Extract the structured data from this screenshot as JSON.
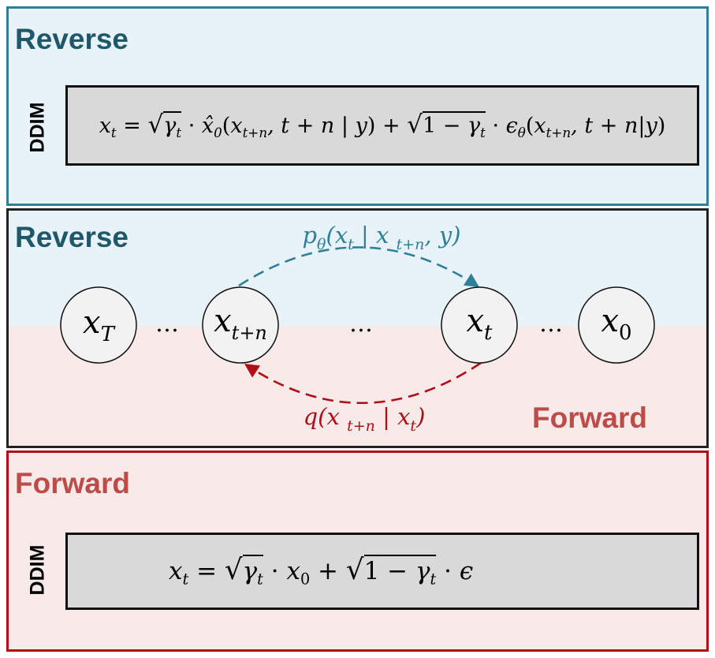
{
  "top": {
    "heading": "Reverse",
    "side_label": "DDIM",
    "equation": "x_t = √γ_t · x̂_0(x_{t+n}, t+n | y) + √(1−γ_t) · ϵ_θ(x_{t+n}, t+n|y)"
  },
  "middle": {
    "reverse_heading": "Reverse",
    "forward_heading": "Forward",
    "nodes": [
      {
        "id": "xT",
        "base": "x",
        "sub": "T"
      },
      {
        "id": "xtn",
        "base": "x",
        "sub": "t+n"
      },
      {
        "id": "xt",
        "base": "x",
        "sub": "t"
      },
      {
        "id": "x0",
        "base": "x",
        "sub": "0"
      }
    ],
    "ellipsis": "…",
    "reverse_label": "p_θ(x_t | x_{t+n}, y)",
    "forward_label": "q(x_{t+n} | x_t)"
  },
  "bottom": {
    "heading": "Forward",
    "side_label": "DDIM",
    "equation": "x_t = √γ_t · x_0 + √(1−γ_t) · ϵ"
  },
  "colors": {
    "reverse": "#2e7f98",
    "forward": "#b00d17",
    "reverse_text": "#1e5869",
    "forward_text": "#bf4b49"
  }
}
